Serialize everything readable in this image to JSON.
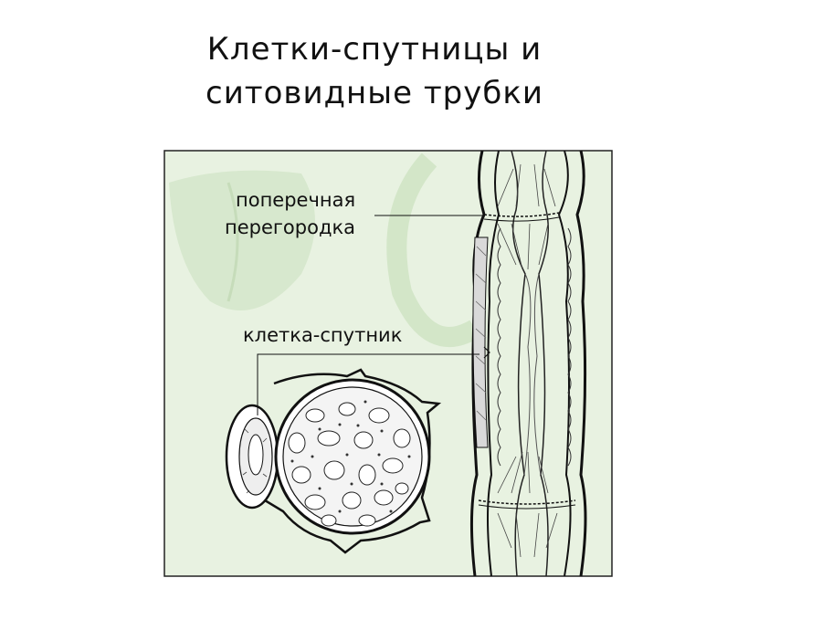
{
  "title": {
    "line1": "Клетки-спутницы и",
    "line2": "ситовидные трубки"
  },
  "labels": {
    "cross_plate_line1": "поперечная",
    "cross_plate_line2": "перегородка",
    "companion_cell": "клетка-спутник"
  },
  "colors": {
    "panel_fill": "#e8f2e1",
    "panel_border": "#222222",
    "watermark": "#cfe2c5",
    "ink": "#111111"
  }
}
